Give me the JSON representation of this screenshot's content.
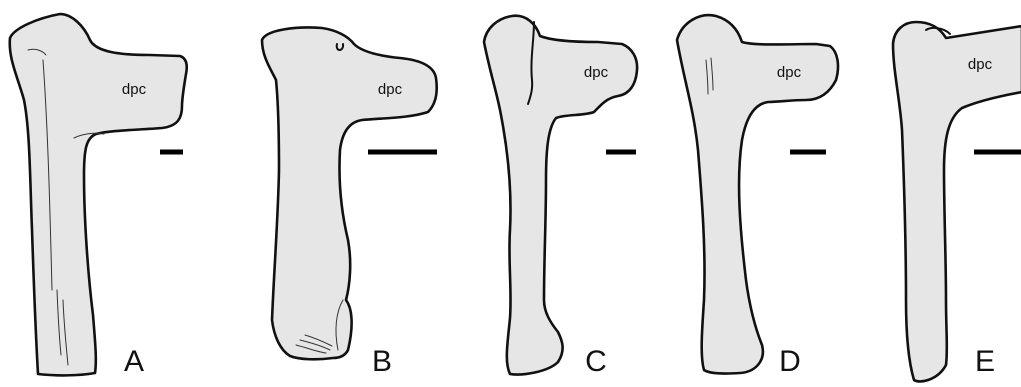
{
  "figure": {
    "panels": [
      {
        "letter": "A",
        "structure_label": "dpc"
      },
      {
        "letter": "B",
        "structure_label": "dpc"
      },
      {
        "letter": "C",
        "structure_label": "dpc"
      },
      {
        "letter": "D",
        "structure_label": "dpc"
      },
      {
        "letter": "E",
        "structure_label": "dpc"
      }
    ]
  }
}
